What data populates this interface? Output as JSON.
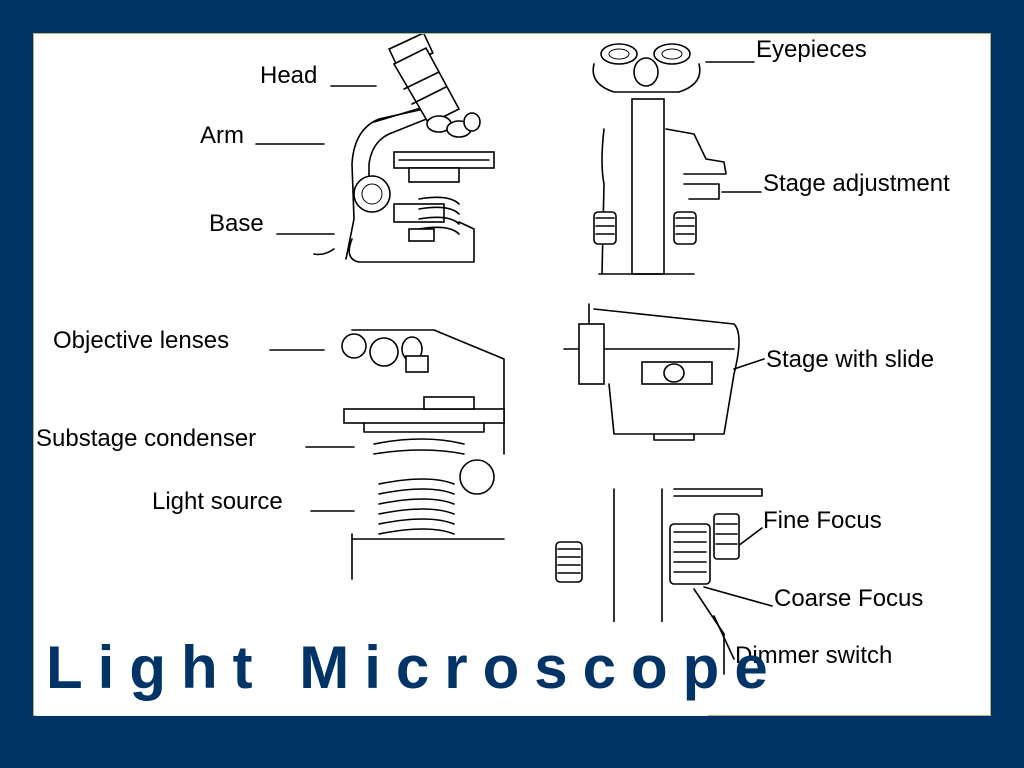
{
  "title": "Light Microscope",
  "labels": {
    "head": "Head",
    "arm": "Arm",
    "base": "Base",
    "eyepieces": "Eyepieces",
    "stage_adjustment": "Stage adjustment",
    "objective_lenses": "Objective lenses",
    "substage_condenser": "Substage condenser",
    "light_source": "Light source",
    "stage_with_slide": "Stage with slide",
    "fine_focus": "Fine Focus",
    "coarse_focus": "Coarse Focus",
    "dimmer_switch": "Dimmer switch"
  },
  "colors": {
    "background": "#003366",
    "panel": "#ffffff",
    "title": "#003366"
  }
}
